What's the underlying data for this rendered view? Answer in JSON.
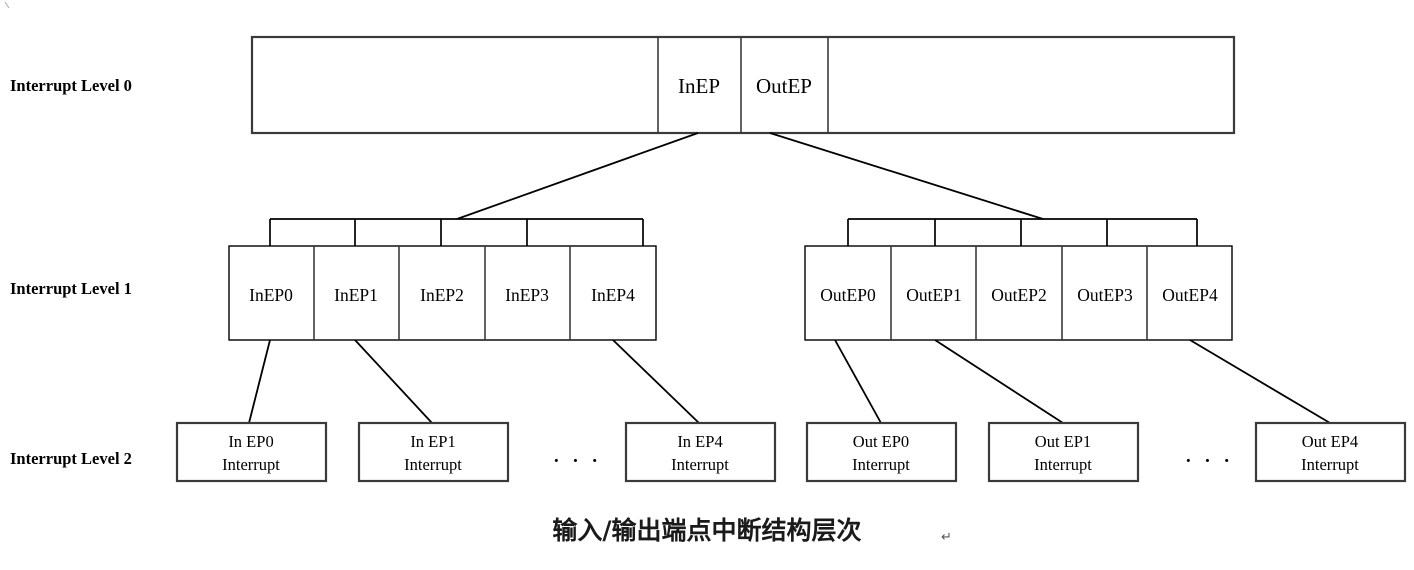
{
  "figure": {
    "caption": "输入/输出端点中断结构层次",
    "caption_mark": "↵",
    "type": "hierarchy-diagram"
  },
  "levels": [
    {
      "id": "level0",
      "label": "Interrupt Level 0"
    },
    {
      "id": "level1",
      "label": "Interrupt Level 1"
    },
    {
      "id": "level2",
      "label": "Interrupt Level 2"
    }
  ],
  "level0": {
    "cells": [
      {
        "label": "",
        "name": "level0-left-blank"
      },
      {
        "label": "InEP",
        "name": "level0-cell-inep"
      },
      {
        "label": "OutEP",
        "name": "level0-cell-outep"
      },
      {
        "label": "",
        "name": "level0-right-blank"
      }
    ]
  },
  "level1": {
    "in_group": {
      "name": "in-endpoint-array",
      "cells": [
        "InEP0",
        "InEP1",
        "InEP2",
        "InEP3",
        "InEP4"
      ]
    },
    "out_group": {
      "name": "out-endpoint-array",
      "cells": [
        "OutEP0",
        "OutEP1",
        "OutEP2",
        "OutEP3",
        "OutEP4"
      ]
    }
  },
  "level2": {
    "in_nodes": [
      {
        "line1": "In EP0",
        "line2": "Interrupt"
      },
      {
        "line1": "In EP1",
        "line2": "Interrupt"
      },
      {
        "line1": "In EP4",
        "line2": "Interrupt"
      }
    ],
    "in_ellipsis": "· · ·",
    "out_nodes": [
      {
        "line1": "Out EP0",
        "line2": "Interrupt"
      },
      {
        "line1": "Out EP1",
        "line2": "Interrupt"
      },
      {
        "line1": "Out EP4",
        "line2": "Interrupt"
      }
    ],
    "out_ellipsis": "· · ·"
  },
  "colors": {
    "background": "#ffffff",
    "stroke": "#000000",
    "box_stroke": "#3a3a3a",
    "text": "#000000"
  }
}
